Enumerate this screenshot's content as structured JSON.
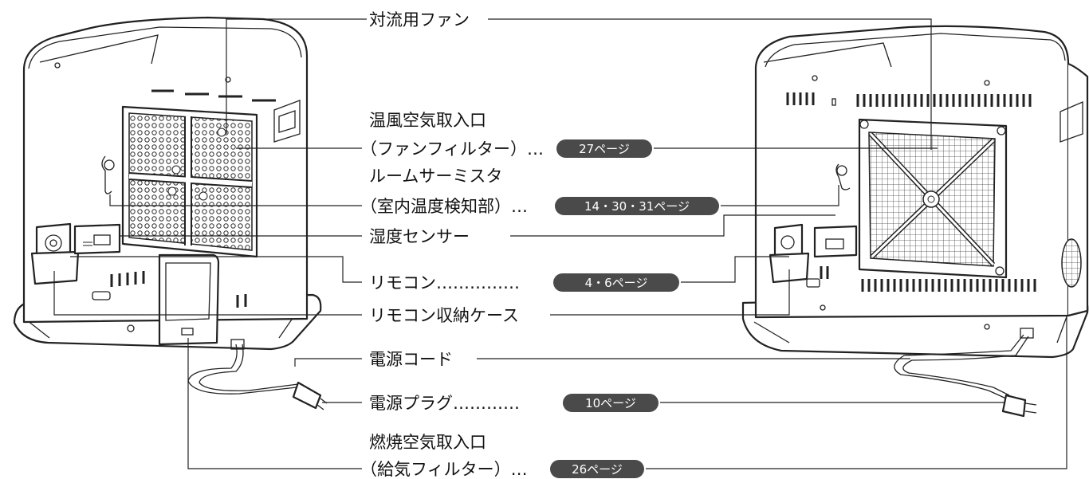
{
  "labels": {
    "fan": "対流用ファン",
    "warm_air_inlet": "温風空気取入口",
    "fan_filter": "（ファンフィルター）…",
    "room_thermistor": "ルームサーミスタ",
    "room_temp_sensor": "（室内温度検知部）…",
    "humidity_sensor": "湿度センサー",
    "remote": "リモコン……………",
    "remote_case": "リモコン収納ケース",
    "power_cord": "電源コード",
    "power_plug": "電源プラグ…………",
    "combustion_inlet": "燃焼空気取入口",
    "intake_filter": "（給気フィルター）…"
  },
  "pages": {
    "fan_filter": "27ページ",
    "thermistor": "14・30・31ページ",
    "remote": "4・6ページ",
    "plug": "10ページ",
    "intake_filter": "26ページ"
  },
  "colors": {
    "line": "#222222",
    "pill": "#4a4a4a",
    "pill_text": "#ffffff",
    "text": "#111111"
  }
}
